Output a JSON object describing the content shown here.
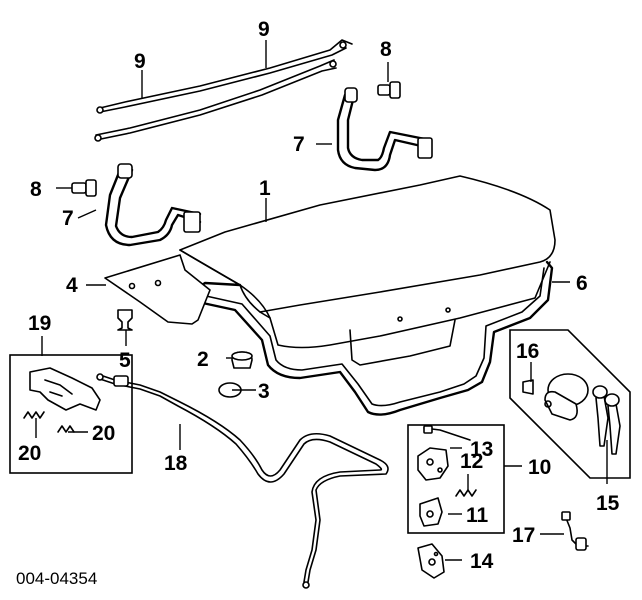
{
  "diagram": {
    "reference_code": "004-04354",
    "callouts": [
      {
        "id": "c1",
        "label": "1"
      },
      {
        "id": "c2",
        "label": "2"
      },
      {
        "id": "c3",
        "label": "3"
      },
      {
        "id": "c4",
        "label": "4"
      },
      {
        "id": "c5",
        "label": "5"
      },
      {
        "id": "c6",
        "label": "6"
      },
      {
        "id": "c7a",
        "label": "7"
      },
      {
        "id": "c7b",
        "label": "7"
      },
      {
        "id": "c8a",
        "label": "8"
      },
      {
        "id": "c8b",
        "label": "8"
      },
      {
        "id": "c9a",
        "label": "9"
      },
      {
        "id": "c9b",
        "label": "9"
      },
      {
        "id": "c10",
        "label": "10"
      },
      {
        "id": "c11",
        "label": "11"
      },
      {
        "id": "c12",
        "label": "12"
      },
      {
        "id": "c13",
        "label": "13"
      },
      {
        "id": "c14",
        "label": "14"
      },
      {
        "id": "c15",
        "label": "15"
      },
      {
        "id": "c16",
        "label": "16"
      },
      {
        "id": "c17",
        "label": "17"
      },
      {
        "id": "c18",
        "label": "18"
      },
      {
        "id": "c19",
        "label": "19"
      },
      {
        "id": "c20a",
        "label": "20"
      },
      {
        "id": "c20b",
        "label": "20"
      }
    ]
  }
}
